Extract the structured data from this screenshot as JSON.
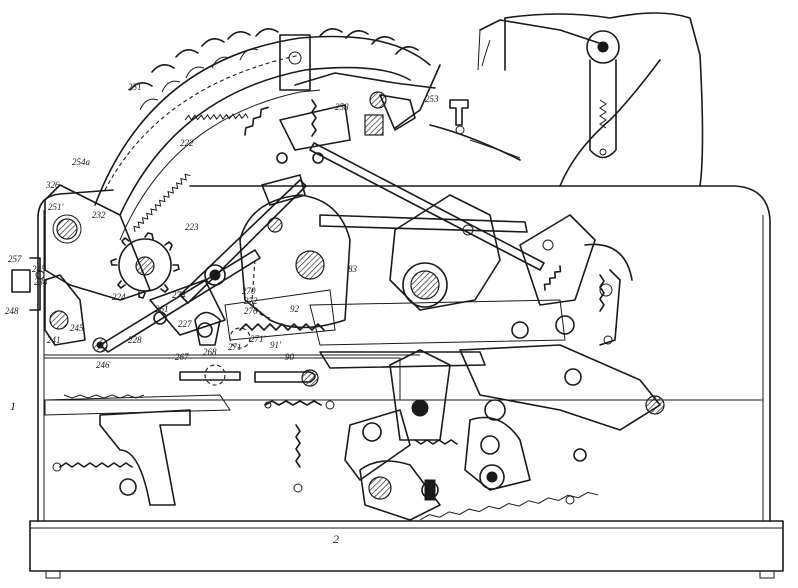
{
  "figure": {
    "base_label": "2",
    "left_label": "1",
    "reference_numerals": [
      "251",
      "254a",
      "326",
      "251'",
      "232",
      "222",
      "223",
      "224",
      "257",
      "245",
      "234",
      "248",
      "241",
      "245",
      "246",
      "274",
      "261",
      "227",
      "228",
      "267",
      "268",
      "270",
      "271",
      "272",
      "276",
      "92",
      "91'",
      "271'",
      "90",
      "83",
      "258",
      "253"
    ]
  }
}
